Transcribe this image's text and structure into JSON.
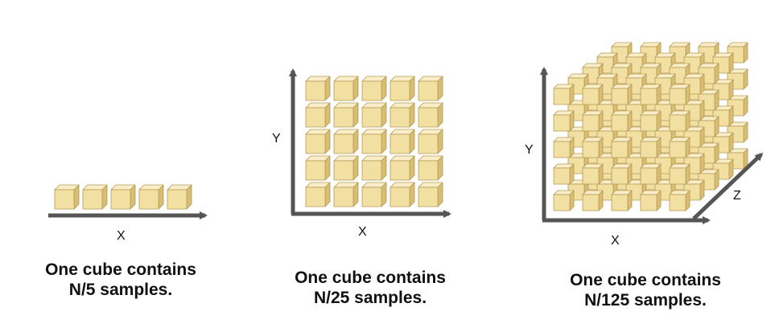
{
  "colors": {
    "cube_front": "#f2dfa2",
    "cube_top": "#f9eec8",
    "cube_side": "#d8bd72",
    "cube_edge": "#b59a55",
    "axis": "#555555"
  },
  "panels": [
    {
      "id": "1d",
      "grid": [
        5,
        1,
        1
      ],
      "axes": {
        "x": "X"
      },
      "caption": {
        "line1": "One cube contains",
        "line2": "N/5 samples."
      }
    },
    {
      "id": "2d",
      "grid": [
        5,
        5,
        1
      ],
      "axes": {
        "x": "X",
        "y": "Y"
      },
      "caption": {
        "line1": "One cube contains",
        "line2": "N/25 samples."
      }
    },
    {
      "id": "3d",
      "grid": [
        5,
        5,
        5
      ],
      "axes": {
        "x": "X",
        "y": "Y",
        "z": "Z"
      },
      "caption": {
        "line1": "One cube contains",
        "line2": "N/125 samples."
      }
    }
  ]
}
